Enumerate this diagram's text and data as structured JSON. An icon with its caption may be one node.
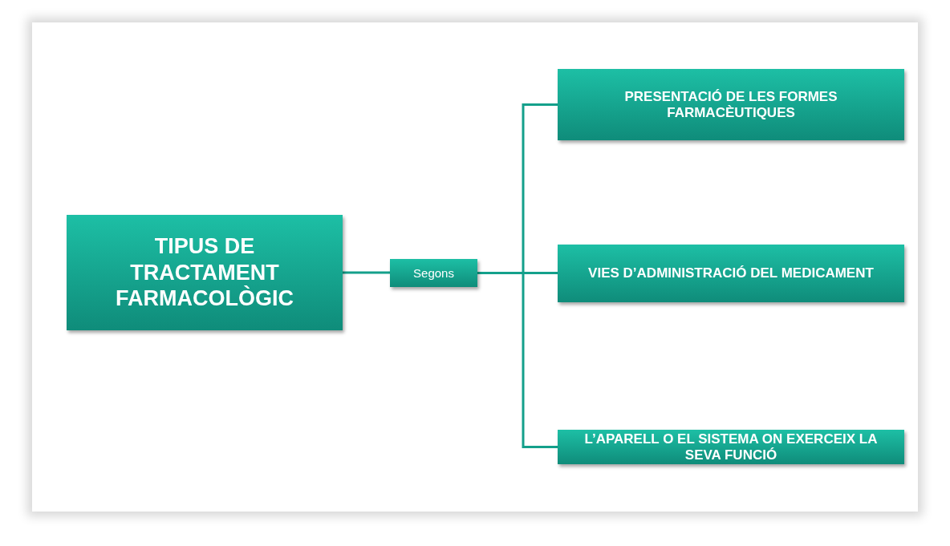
{
  "diagram": {
    "nodes": [
      {
        "text": [
          "TIPUS DE TRACTAMENT FARMACOLÒGIC"
        ]
      },
      {
        "text": [
          "Segons"
        ]
      },
      {
        "text": [
          "PRESENTACIÓ DE LES FORMES FARMACÈUTIQUES"
        ]
      },
      {
        "text": [
          "VIES D’ADMINISTRACIÓ DEL MEDICAMENT"
        ]
      },
      {
        "text": [
          "L’APARELL O EL SISTEMA ON EXERCEIX LA SEVA FUNCIÓ"
        ]
      }
    ],
    "edges": [
      {
        "from": 0,
        "to": 1,
        "arrow": "none"
      },
      {
        "from": 1,
        "to": 2,
        "arrow": "none"
      },
      {
        "from": 1,
        "to": 3,
        "arrow": "none"
      },
      {
        "from": 1,
        "to": 4,
        "arrow": "none"
      }
    ]
  }
}
